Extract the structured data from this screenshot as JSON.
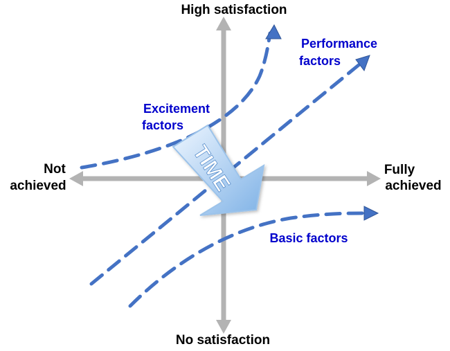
{
  "axes": {
    "top": "High satisfaction",
    "bottom": "No satisfaction",
    "left": [
      "Not",
      "achieved"
    ],
    "right": [
      "Fully",
      "achieved"
    ]
  },
  "curves": {
    "excitement": [
      "Excitement",
      "factors"
    ],
    "performance": [
      "Performance",
      "factors"
    ],
    "basic": [
      "Basic factors"
    ]
  },
  "time_arrow": "TIME",
  "colors": {
    "axis": "#b3b3b3",
    "curve": "#4472c4",
    "curve_label": "#0000cc",
    "arrow_fill_light": "#e6f2ff",
    "arrow_fill_dark": "#7fb2e6"
  }
}
